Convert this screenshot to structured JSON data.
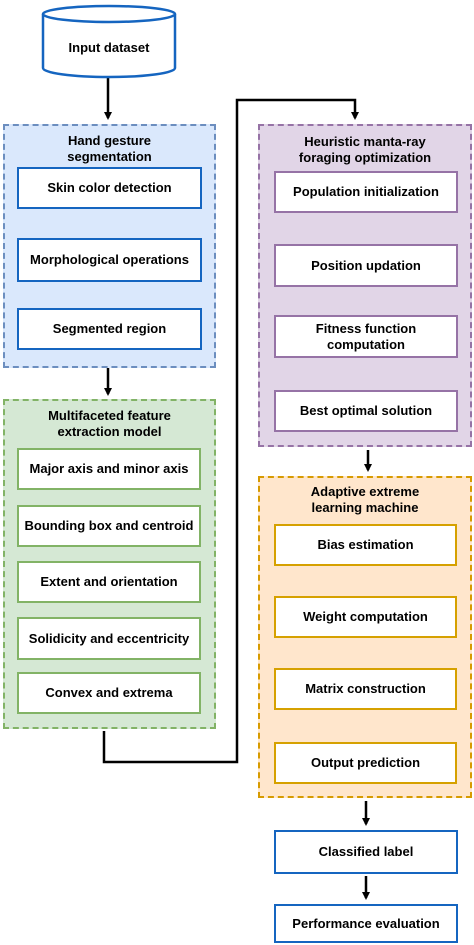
{
  "input": {
    "label": "Input dataset"
  },
  "segmentation": {
    "title": "Hand gesture segmentation",
    "steps": [
      "Skin color detection",
      "Morphological operations",
      "Segmented region"
    ]
  },
  "features": {
    "title": "Multifaceted feature extraction model",
    "steps": [
      "Major axis and minor axis",
      "Bounding box and centroid",
      "Extent and orientation",
      "Solidicity and eccentricity",
      "Convex and extrema"
    ]
  },
  "optimization": {
    "title": "Heuristic manta-ray foraging optimization",
    "steps": [
      "Population initialization",
      "Position updation",
      "Fitness function computation",
      "Best optimal solution"
    ]
  },
  "elm": {
    "title": "Adaptive extreme learning machine",
    "steps": [
      "Bias estimation",
      "Weight computation",
      "Matrix construction",
      "Output prediction"
    ]
  },
  "outputs": {
    "classified": "Classified label",
    "evaluation": "Performance evaluation"
  },
  "colors": {
    "blue_fill": "#dae8fc",
    "blue_border": "#6c8ebf",
    "blue_box": "#1565c0",
    "green_fill": "#d5e8d4",
    "green_border": "#82b366",
    "purple_fill": "#e1d5e7",
    "purple_border": "#9673a6",
    "orange_fill": "#ffe6cc",
    "orange_border": "#d79b00"
  }
}
